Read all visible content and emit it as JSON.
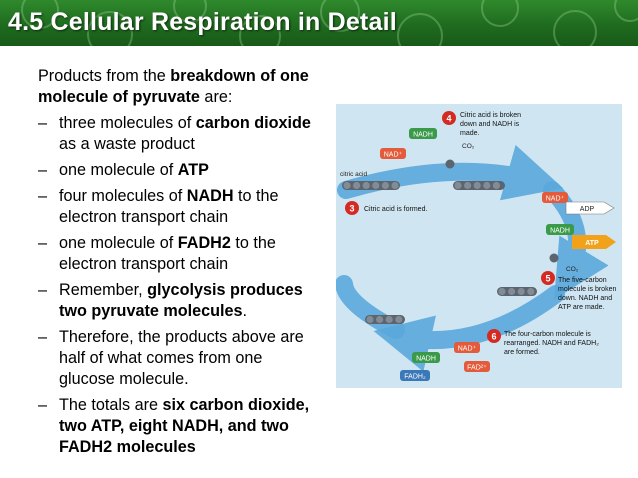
{
  "slide": {
    "title": "4.5 Cellular Respiration in Detail",
    "intro": {
      "a": "Products from the ",
      "b": "breakdown of one molecule of pyruvate",
      "c": " are:"
    },
    "bullets": [
      {
        "a": "three molecules of ",
        "b": "carbon dioxide",
        "c": " as a waste product"
      },
      {
        "a": "one molecule of ",
        "b": "ATP",
        "c": ""
      },
      {
        "a": "four molecules of ",
        "b": "NADH",
        "c": " to the electron transport chain"
      },
      {
        "a": "one molecule of ",
        "b": "FADH2",
        "c": " to the electron transport chain"
      },
      {
        "a": "Remember, ",
        "b": "glycolysis produces two pyruvate molecules",
        "c": "."
      },
      {
        "a": "Therefore, the products above are half of what comes from one glucose molecule.",
        "b": "",
        "c": ""
      },
      {
        "a": "The totals are ",
        "b": "six carbon dioxide, two ATP, eight NADH, and two FADH2 molecules",
        "c": ""
      }
    ],
    "dash": "–"
  },
  "diagram": {
    "citric_acid_label": "citric acid",
    "steps": [
      {
        "num": "3",
        "text": "Citric acid is formed."
      },
      {
        "num": "4",
        "text": [
          "Citric acid is broken",
          "down and NADH is",
          "made."
        ]
      },
      {
        "num": "5",
        "text": [
          "The five-carbon",
          "molecule is broken",
          "down. NADH and",
          "ATP are made."
        ]
      },
      {
        "num": "6",
        "text": [
          "The four-carbon molecule is",
          "rearranged. NADH and FADH₂",
          "are formed."
        ]
      }
    ],
    "molecules": {
      "nadh": "NADH",
      "nad_plus": "NAD⁺",
      "adp": "ADP",
      "atp": "ATP",
      "co2": "CO₂",
      "fad": "FAD²⁺",
      "fadh2": "FADH₂",
      "carbon": "C"
    },
    "colors": {
      "panel": "#cfe6f2",
      "arrow": "#5aa9dc",
      "nadh": "#3a9a4a",
      "nad": "#e35b3a",
      "step": "#d42a22",
      "carbon": "#5a6570",
      "atp": "#f2a21a",
      "fadh2": "#3b78b8"
    }
  }
}
